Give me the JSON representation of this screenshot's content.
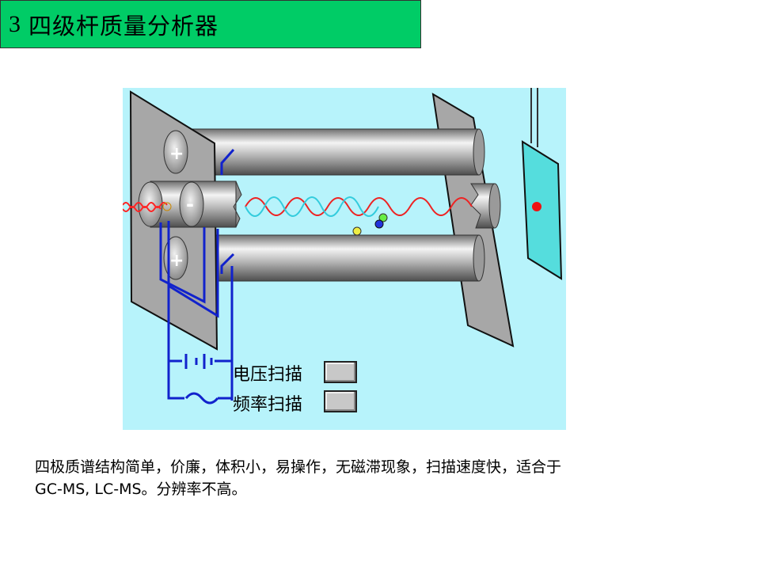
{
  "header": {
    "number": "3",
    "title": "四级杆质量分析器"
  },
  "diagram": {
    "background": "#b7f3fb",
    "rod_signs": [
      "+",
      "-",
      "+"
    ],
    "controls": [
      {
        "label": "电压扫描"
      },
      {
        "label": "频率扫描"
      }
    ]
  },
  "description": {
    "line1": "四极质谱结构简单，价廉，体积小，易操作，无磁滞现象，扫描速度快，适合于",
    "line2": "GC-MS, LC-MS。分辨率不高。"
  }
}
